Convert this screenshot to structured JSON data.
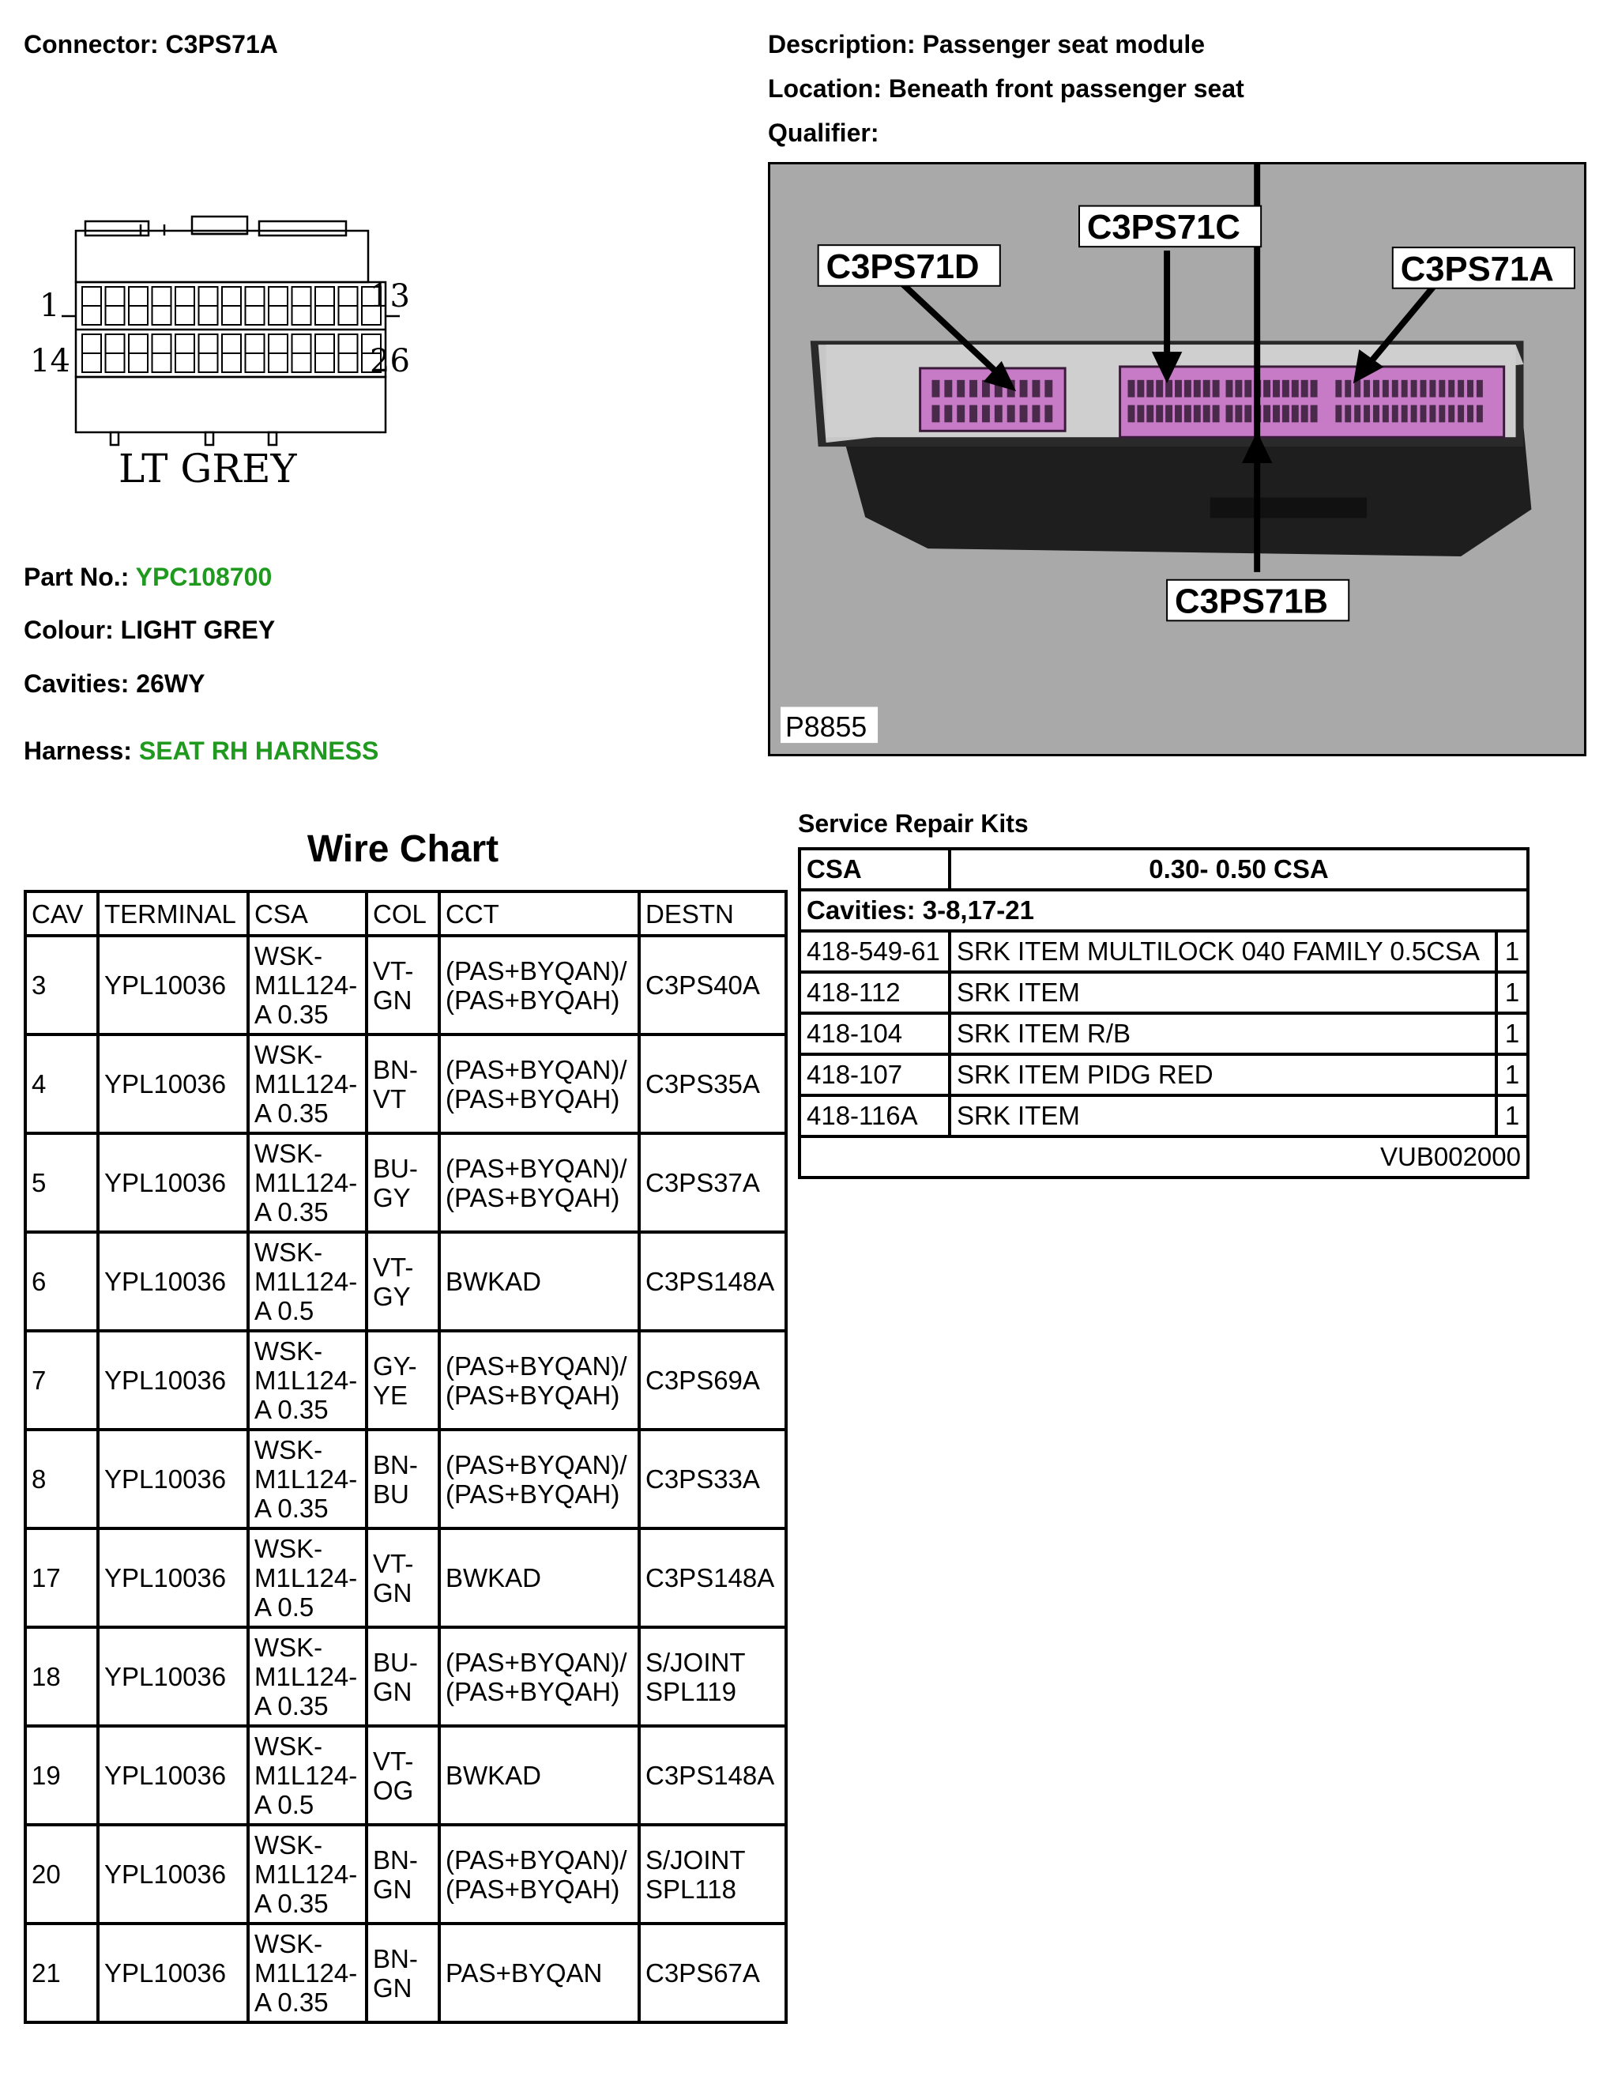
{
  "connector": {
    "label": "Connector:",
    "value": "C3PS71A"
  },
  "description": {
    "label": "Description:",
    "value": "Passenger seat module"
  },
  "location": {
    "label": "Location:",
    "value": "Beneath front passenger seat"
  },
  "qualifier": {
    "label": "Qualifier:",
    "value": ""
  },
  "drawing": {
    "pin_1": "1",
    "pin_13": "13",
    "pin_14": "14",
    "pin_26": "26",
    "colour_label": "LT GREY"
  },
  "photo": {
    "labels": {
      "d": "C3PS71D",
      "c": "C3PS71C",
      "a": "C3PS71A",
      "b": "C3PS71B"
    },
    "ref": "P8855",
    "colors": {
      "background": "#a9a9a9",
      "connector": "#c77bc6",
      "housing": "#1e1e1e"
    }
  },
  "part_no": {
    "label": "Part No.:",
    "value": "YPC108700"
  },
  "colour": {
    "label": "Colour:",
    "value": "LIGHT GREY"
  },
  "cavities": {
    "label": "Cavities:",
    "value": "26WY"
  },
  "harness": {
    "label": "Harness:",
    "value": "SEAT RH HARNESS"
  },
  "colors": {
    "link_green": "#1f9a1f"
  },
  "wire_chart": {
    "title": "Wire Chart",
    "headers": [
      "CAV",
      "TERMINAL",
      "CSA",
      "COL",
      "CCT",
      "DESTN"
    ],
    "rows": [
      {
        "cav": "3",
        "terminal": "YPL10036",
        "csa": "WSK-\nM1L124-\nA 0.35",
        "col": "VT-\nGN",
        "cct": "(PAS+BYQAN)/\n(PAS+BYQAH)",
        "destn": "C3PS40A"
      },
      {
        "cav": "4",
        "terminal": "YPL10036",
        "csa": "WSK-\nM1L124-\nA 0.35",
        "col": "BN-\nVT",
        "cct": "(PAS+BYQAN)/\n(PAS+BYQAH)",
        "destn": "C3PS35A"
      },
      {
        "cav": "5",
        "terminal": "YPL10036",
        "csa": "WSK-\nM1L124-\nA 0.35",
        "col": "BU-\nGY",
        "cct": "(PAS+BYQAN)/\n(PAS+BYQAH)",
        "destn": "C3PS37A"
      },
      {
        "cav": "6",
        "terminal": "YPL10036",
        "csa": "WSK-\nM1L124-\nA 0.5",
        "col": "VT-\nGY",
        "cct": "BWKAD",
        "destn": "C3PS148A"
      },
      {
        "cav": "7",
        "terminal": "YPL10036",
        "csa": "WSK-\nM1L124-\nA 0.35",
        "col": "GY-\nYE",
        "cct": "(PAS+BYQAN)/\n(PAS+BYQAH)",
        "destn": "C3PS69A"
      },
      {
        "cav": "8",
        "terminal": "YPL10036",
        "csa": "WSK-\nM1L124-\nA 0.35",
        "col": "BN-\nBU",
        "cct": "(PAS+BYQAN)/\n(PAS+BYQAH)",
        "destn": "C3PS33A"
      },
      {
        "cav": "17",
        "terminal": "YPL10036",
        "csa": "WSK-\nM1L124-\nA 0.5",
        "col": "VT-\nGN",
        "cct": "BWKAD",
        "destn": "C3PS148A"
      },
      {
        "cav": "18",
        "terminal": "YPL10036",
        "csa": "WSK-\nM1L124-\nA 0.35",
        "col": "BU-\nGN",
        "cct": "(PAS+BYQAN)/\n(PAS+BYQAH)",
        "destn": "S/JOINT\nSPL119"
      },
      {
        "cav": "19",
        "terminal": "YPL10036",
        "csa": "WSK-\nM1L124-\nA 0.5",
        "col": "VT-\nOG",
        "cct": "BWKAD",
        "destn": "C3PS148A"
      },
      {
        "cav": "20",
        "terminal": "YPL10036",
        "csa": "WSK-\nM1L124-\nA 0.35",
        "col": "BN-\nGN",
        "cct": "(PAS+BYQAN)/\n(PAS+BYQAH)",
        "destn": "S/JOINT\nSPL118"
      },
      {
        "cav": "21",
        "terminal": "YPL10036",
        "csa": "WSK-\nM1L124-\nA 0.35",
        "col": "BN-\nGN",
        "cct": "PAS+BYQAN",
        "destn": "C3PS67A"
      }
    ]
  },
  "service_kits": {
    "title": "Service Repair Kits",
    "csa_label": "CSA",
    "csa_value": "0.30- 0.50 CSA",
    "cavities": "Cavities: 3-8,17-21",
    "items": [
      {
        "part": "418-549-61",
        "desc": "SRK ITEM MULTILOCK 040 FAMILY 0.5CSA",
        "qty": "1"
      },
      {
        "part": "418-112",
        "desc": "SRK ITEM",
        "qty": "1"
      },
      {
        "part": "418-104",
        "desc": "SRK ITEM R/B",
        "qty": "1"
      },
      {
        "part": "418-107",
        "desc": "SRK ITEM PIDG RED",
        "qty": "1"
      },
      {
        "part": "418-116A",
        "desc": "SRK ITEM",
        "qty": "1"
      }
    ],
    "footer": "VUB002000"
  }
}
